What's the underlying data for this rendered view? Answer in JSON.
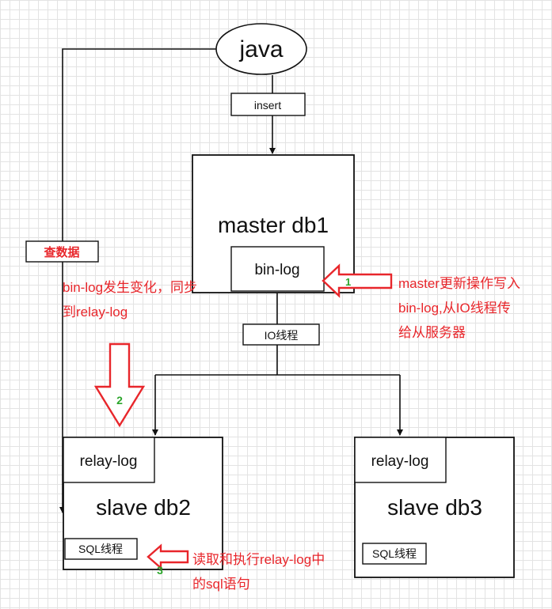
{
  "nodes": {
    "java": "java",
    "insert": "insert",
    "master": "master db1",
    "master_binlog": "bin-log",
    "io_thread": "IO线程",
    "slave2": "slave db2",
    "slave2_relaylog": "relay-log",
    "slave2_sql": "SQL线程",
    "slave3": "slave db3",
    "slave3_relaylog": "relay-log",
    "slave3_sql": "SQL线程",
    "query": "查数据"
  },
  "annotations": {
    "note1": [
      "master更新操作写入",
      "bin-log,从IO线程传",
      "给从服务器"
    ],
    "note2": [
      "bin-log发生变化，同步",
      "到relay-log"
    ],
    "note3": [
      "读取和执行relay-log中",
      "的sql语句"
    ]
  },
  "markers": {
    "m1": "1",
    "m2": "2",
    "m3": "3"
  },
  "colors": {
    "accent_red": "#e8262b",
    "marker_green": "#2aa52a",
    "line": "#111111"
  }
}
